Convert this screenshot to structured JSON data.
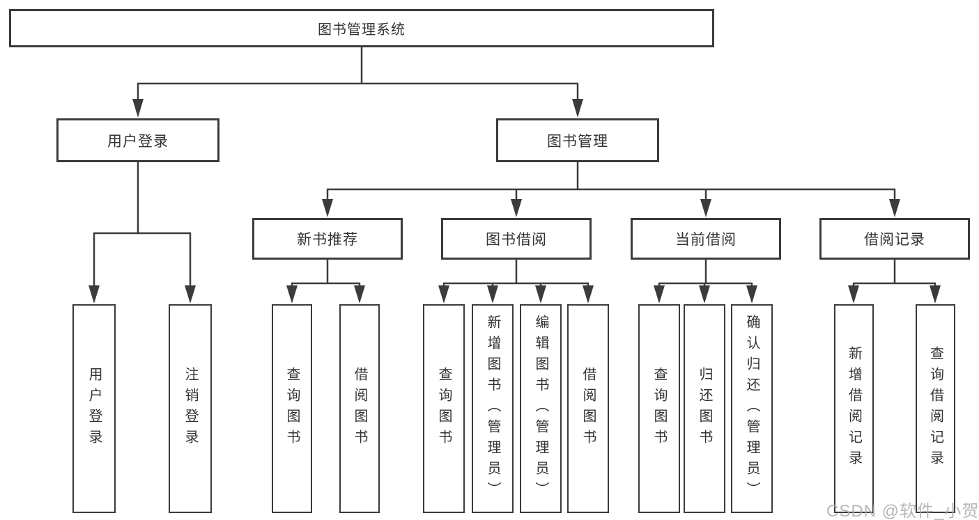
{
  "diagram": {
    "type": "hierarchy",
    "tree": {
      "label": "图书管理系统",
      "children": [
        {
          "label": "用户登录",
          "children": [
            {
              "label": "用户登录"
            },
            {
              "label": "注销登录"
            }
          ]
        },
        {
          "label": "图书管理",
          "children": [
            {
              "label": "新书推荐",
              "children": [
                {
                  "label": "查询图书"
                },
                {
                  "label": "借阅图书"
                }
              ]
            },
            {
              "label": "图书借阅",
              "children": [
                {
                  "label": "查询图书"
                },
                {
                  "label": "新增图书（管理员）"
                },
                {
                  "label": "编辑图书（管理员）"
                },
                {
                  "label": "借阅图书"
                }
              ]
            },
            {
              "label": "当前借阅",
              "children": [
                {
                  "label": "查询图书"
                },
                {
                  "label": "归还图书"
                },
                {
                  "label": "确认归还（管理员）"
                }
              ]
            },
            {
              "label": "借阅记录",
              "children": [
                {
                  "label": "新增借阅记录"
                },
                {
                  "label": "查询借阅记录"
                }
              ]
            }
          ]
        }
      ]
    }
  },
  "watermark": {
    "text": "CSDN @软件_小贺同学"
  },
  "colors": {
    "line": "#3b3b3b",
    "box_border": "#3b3b3b",
    "text": "#333333",
    "background": "#ffffff",
    "watermark": "#acaaaa"
  }
}
